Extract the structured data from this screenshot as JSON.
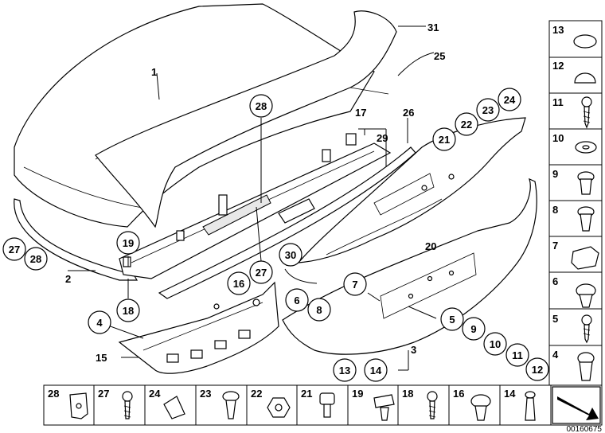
{
  "diagram": {
    "labels": {
      "p1": "1",
      "p2": "2",
      "p3": "3",
      "p15": "15",
      "p17": "17",
      "p20": "20",
      "p25": "25",
      "p26": "26",
      "p29": "29",
      "p31": "31"
    },
    "circles": {
      "c28a": "28",
      "c24": "24",
      "c23": "23",
      "c22": "22",
      "c21": "21",
      "c19": "19",
      "c27a": "27",
      "c28b": "28",
      "c18": "18",
      "c30": "30",
      "c27b": "27",
      "c16": "16",
      "c7": "7",
      "c6": "6",
      "c8": "8",
      "c4": "4",
      "c5": "5",
      "c9": "9",
      "c10": "10",
      "c11": "11",
      "c12": "12",
      "c13": "13",
      "c14": "14"
    },
    "right_panel": [
      "13",
      "12",
      "11",
      "10",
      "9",
      "8",
      "7",
      "6",
      "5",
      "4"
    ],
    "bottom_panel": [
      "28",
      "27",
      "24",
      "23",
      "22",
      "21",
      "19",
      "18",
      "16",
      "14"
    ],
    "image_code": "00160675"
  }
}
